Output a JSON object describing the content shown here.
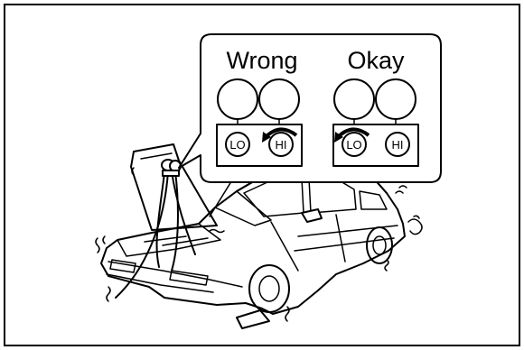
{
  "callout": {
    "wrong_label": "Wrong",
    "okay_label": "Okay",
    "wrong_valves": {
      "lo": "LO",
      "hi": "HI"
    },
    "okay_valves": {
      "lo": "LO",
      "hi": "HI"
    }
  },
  "colors": {
    "line": "#000000",
    "background": "#ffffff"
  },
  "icons": [
    "gauge-icon",
    "rotate-arrow-icon",
    "car-illustration"
  ]
}
